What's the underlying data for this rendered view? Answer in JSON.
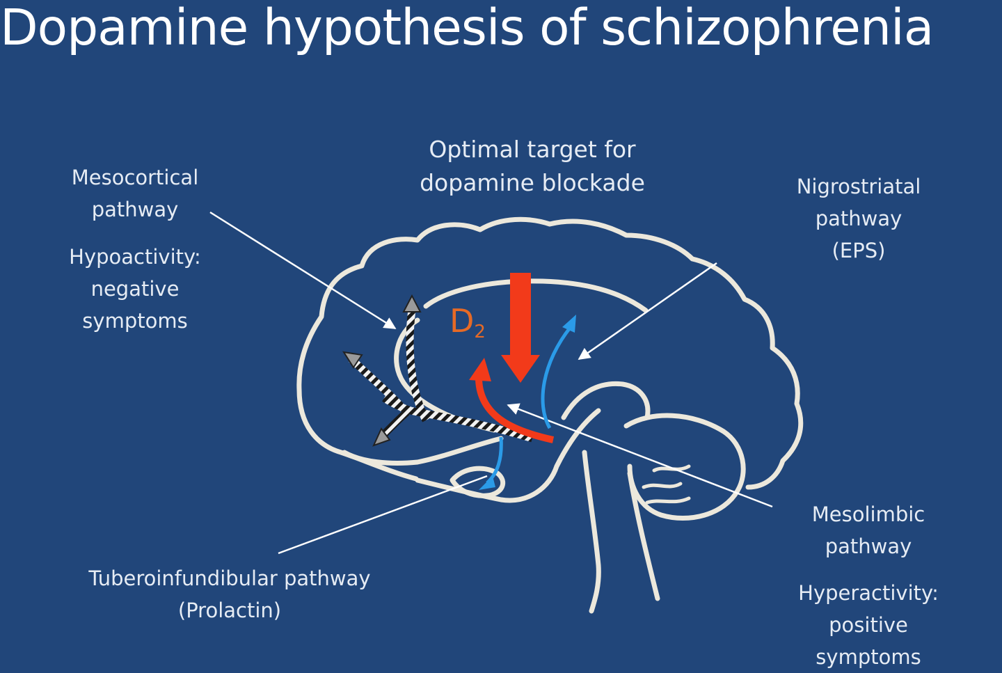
{
  "title": "Dopamine hypothesis of schizophrenia",
  "labels": {
    "optimal_target": "Optimal target for\ndopamine blockade",
    "mesocortical_name": "Mesocortical\npathway",
    "mesocortical_effect": "Hypoactivity:\nnegative\nsymptoms",
    "nigrostriatal_name": "Nigrostriatal\npathway\n(EPS)",
    "mesolimbic_name": "Mesolimbic\npathway",
    "mesolimbic_effect": "Hyperactivity:\npositive\nsymptoms",
    "tuberoinfundibular_name": "Tuberoinfundibular pathway\n(Prolactin)",
    "receptor_symbol": "D",
    "receptor_subscript": "2"
  },
  "colors": {
    "background": "#21467a",
    "brain_outline": "#ece8dc",
    "pointer_lines": "#ffffff",
    "blockade_arrow": "#f23a1a",
    "mesolimbic_arrow": "#f23a1a",
    "nigrostriatal_arrow": "#2b9be8",
    "mesocortical_arrow": "#8a8a8a",
    "receptor_label": "#e66a26"
  }
}
